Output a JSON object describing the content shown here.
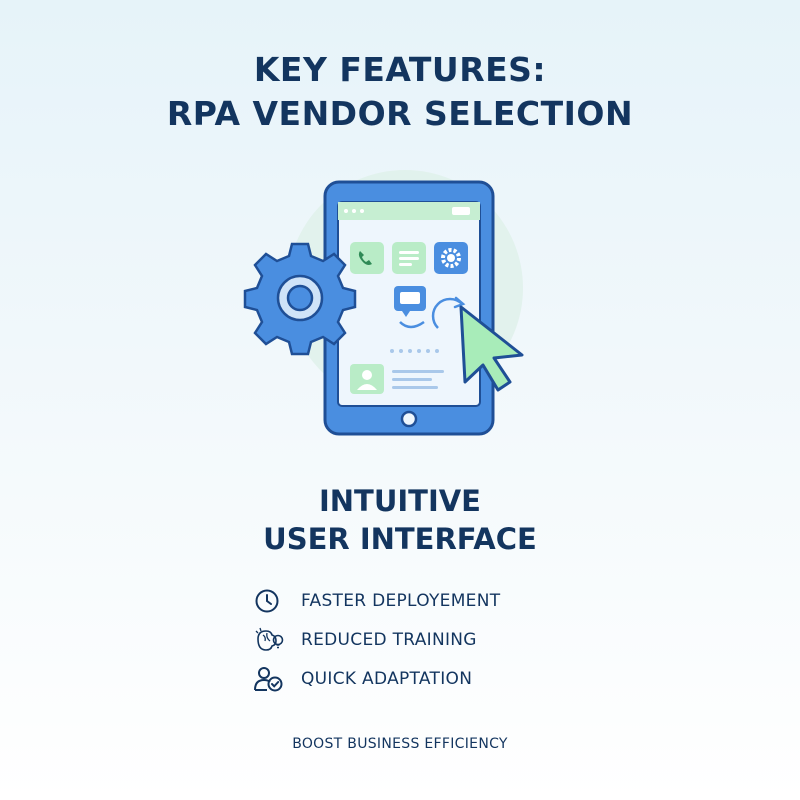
{
  "title": {
    "line1": "KEY FEATURES:",
    "line2": "RPA VENDOR SELECTION"
  },
  "illustration": {
    "icons": [
      "tablet-icon",
      "gear-icon",
      "cursor-arrow-icon",
      "phone-icon",
      "settings-icon",
      "chat-icon",
      "user-icon"
    ],
    "colors": {
      "blue": "#4a8ee0",
      "light_blue": "#cfe3f8",
      "green": "#b9ecc7",
      "dark_blue": "#1f4f96"
    }
  },
  "feature": {
    "heading_line1": "INTUITIVE",
    "heading_line2": "USER INTERFACE",
    "items": [
      {
        "label": "FASTER DEPLOYEMENT",
        "icon": "clock-icon"
      },
      {
        "label": "REDUCED TRAINING",
        "icon": "brain-lightbulb-icon"
      },
      {
        "label": "QUICK ADAPTATION",
        "icon": "user-check-icon"
      }
    ]
  },
  "footer": {
    "text": "BOOST BUSINESS EFFICIENCY"
  }
}
